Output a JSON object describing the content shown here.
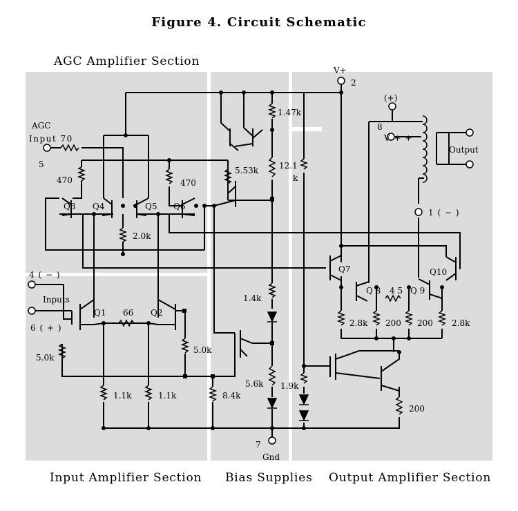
{
  "figure_title": "Figure 4. Circuit Schematic",
  "sections": {
    "agc": "AGC Amplifier Section",
    "input": "Input Amplifier Section",
    "bias": "Bias Supplies",
    "output": "Output Amplifier Section"
  },
  "labels": {
    "vplus": "V+",
    "pin2": "2",
    "agc": "AGC",
    "agc_input": "Input 70",
    "pin5": "5",
    "r470_left": "470",
    "r470_right": "470",
    "q3": "Q3",
    "q4": "Q4",
    "q5": "Q5",
    "q6": "Q6",
    "r2_0k": "2.0k",
    "r1_47k": "1.47k",
    "r5_53k": "5.53k",
    "r12_1": "12.1",
    "r12_1_k": "k",
    "pin4": "4 ( − )",
    "inputs": "Inputs",
    "pin6": "6 ( + )",
    "q1": "Q1",
    "q2": "Q2",
    "r66": "66",
    "r5_0k_left": "5.0k",
    "r5_0k_right": "5.0k",
    "r1_1k_a": "1.1k",
    "r1_1k_b": "1.1k",
    "r8_4k": "8.4k",
    "r1_4k": "1.4k",
    "r5_6k": "5.6k",
    "r1_9k": "1.9k",
    "pin7": "7",
    "gnd": "Gnd",
    "plus": "(+)",
    "pin8": "8",
    "vpp": "V + +",
    "output": "Output",
    "pin1": "1 ( − )",
    "q7": "Q7",
    "q8": "Q 8",
    "r45": "4 5",
    "q9": "Q 9",
    "q10": "Q10",
    "r2_8k_left": "2.8k",
    "r200_a": "200",
    "r200_b": "200",
    "r2_8k_right": "2.8k",
    "r200_c": "200"
  }
}
